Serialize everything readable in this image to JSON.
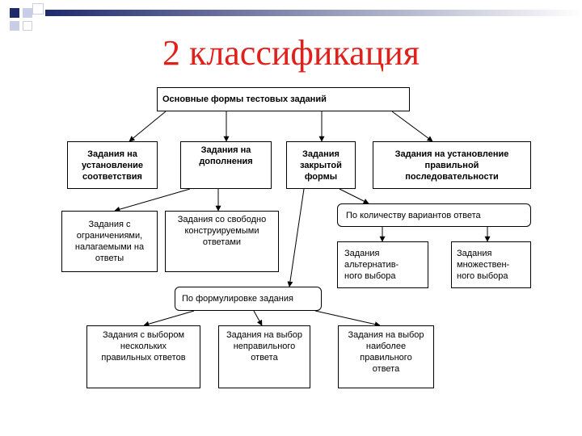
{
  "slide": {
    "title": "2 классификация"
  },
  "diagram": {
    "root": "Основные формы тестовых заданий",
    "level1": [
      "Задания на\nустановление\nсоответствия",
      "Задания на\nдополнения",
      "Задания\nзакрытой\nформы",
      "Задания на установление\nправильной\nпоследовательности"
    ],
    "addition_types": [
      "Задания с\nограничениями,\nналагаемыми на\nответы",
      "Задания со свободно\nконструируемыми\nответами"
    ],
    "by_answer_count": {
      "label": "По количеству вариантов ответа",
      "items": [
        "Задания\nальтернатив-\nного выбора",
        "Задания\nмножествен-\nного выбора"
      ]
    },
    "by_wording": {
      "label": "По формулировке задания",
      "items": [
        "Задания с выбором\nнескольких\nправильных ответов",
        "Задания на выбор\nнеправильного\nответа",
        "Задания на выбор\nнаиболее\nправильного\nответа"
      ]
    }
  },
  "colors": {
    "title": "#e0201b",
    "squares_dark": "#1f2a6b",
    "squares_light": "#c9cde6",
    "gradient_start": "#1f2a6b",
    "gradient_end": "#ffffff"
  }
}
